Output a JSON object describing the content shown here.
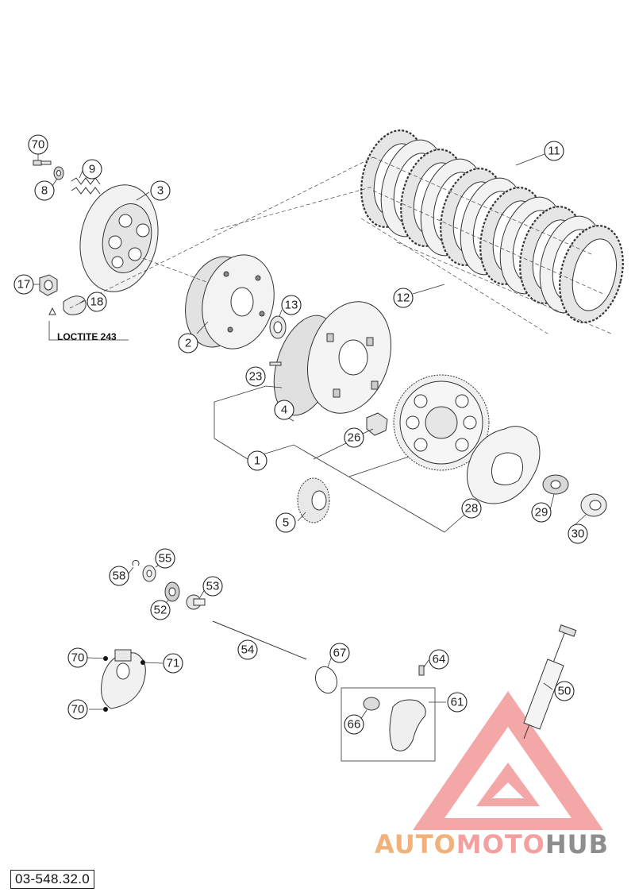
{
  "drawing_code": "03-548.32.0",
  "loctite_label": "LOCTITE 243",
  "watermark": {
    "part1": "AUTO",
    "part2": "MOTO",
    "part3": "HUB"
  },
  "callouts": {
    "c70a": "70",
    "c8": "8",
    "c9": "9",
    "c3": "3",
    "c17": "17",
    "c18": "18",
    "c2": "2",
    "c13": "13",
    "c11": "11",
    "c12": "12",
    "c23": "23",
    "c4": "4",
    "c26": "26",
    "c1": "1",
    "c5": "5",
    "c28": "28",
    "c29": "29",
    "c30": "30",
    "c58": "58",
    "c55": "55",
    "c53": "53",
    "c52": "52",
    "c54": "54",
    "c67": "67",
    "c64": "64",
    "c70b": "70",
    "c71": "71",
    "c70c": "70",
    "c61": "61",
    "c66": "66",
    "c50": "50"
  }
}
